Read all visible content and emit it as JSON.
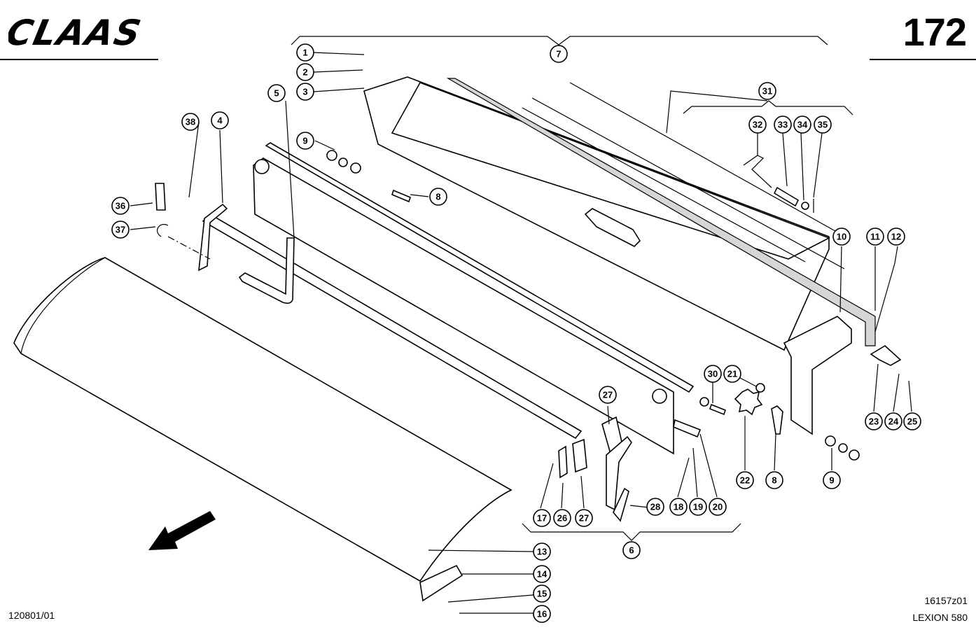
{
  "header": {
    "brand": "CLAAS",
    "page_number": "172"
  },
  "footer": {
    "sheet_code": "120801/01",
    "drawing_number": "16157z01",
    "model_name": "LEXION 580"
  },
  "callouts": [
    {
      "label": "1"
    },
    {
      "label": "2"
    },
    {
      "label": "3"
    },
    {
      "label": "4"
    },
    {
      "label": "5"
    },
    {
      "label": "6"
    },
    {
      "label": "7"
    },
    {
      "label": "8"
    },
    {
      "label": "9"
    },
    {
      "label": "10"
    },
    {
      "label": "11"
    },
    {
      "label": "12"
    },
    {
      "label": "13"
    },
    {
      "label": "14"
    },
    {
      "label": "15"
    },
    {
      "label": "16"
    },
    {
      "label": "17"
    },
    {
      "label": "18"
    },
    {
      "label": "19"
    },
    {
      "label": "20"
    },
    {
      "label": "21"
    },
    {
      "label": "22"
    },
    {
      "label": "23"
    },
    {
      "label": "24"
    },
    {
      "label": "25"
    },
    {
      "label": "26"
    },
    {
      "label": "27"
    },
    {
      "label": "27"
    },
    {
      "label": "28"
    },
    {
      "label": "30"
    },
    {
      "label": "31"
    },
    {
      "label": "32"
    },
    {
      "label": "33"
    },
    {
      "label": "34"
    },
    {
      "label": "35"
    },
    {
      "label": "36"
    },
    {
      "label": "37"
    },
    {
      "label": "38"
    },
    {
      "label": "8"
    },
    {
      "label": "9"
    }
  ]
}
